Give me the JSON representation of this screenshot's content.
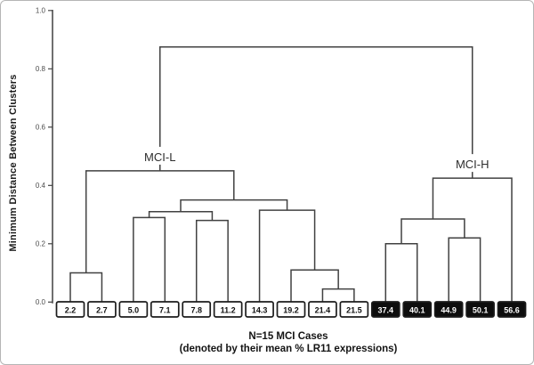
{
  "chart_data": {
    "type": "dendrogram",
    "title": "",
    "ylabel": "Minimum Distance Between Clusters",
    "xlabel_line1": "N=15 MCI Cases",
    "xlabel_line2": "(denoted by their mean % LR11 expressions)",
    "ylim": [
      0.0,
      1.0
    ],
    "ytick_labels": [
      "0.0",
      "0.2",
      "0.4",
      "0.6",
      "0.8",
      "1.0"
    ],
    "grid": false,
    "legend": false,
    "leaves": [
      {
        "label": "2.2",
        "value": 2.2,
        "box": "white",
        "cluster": "MCI-L"
      },
      {
        "label": "2.7",
        "value": 2.7,
        "box": "white",
        "cluster": "MCI-L"
      },
      {
        "label": "5.0",
        "value": 5.0,
        "box": "white",
        "cluster": "MCI-L"
      },
      {
        "label": "7.1",
        "value": 7.1,
        "box": "white",
        "cluster": "MCI-L"
      },
      {
        "label": "7.8",
        "value": 7.8,
        "box": "white",
        "cluster": "MCI-L"
      },
      {
        "label": "11.2",
        "value": 11.2,
        "box": "white",
        "cluster": "MCI-L"
      },
      {
        "label": "14.3",
        "value": 14.3,
        "box": "white",
        "cluster": "MCI-L"
      },
      {
        "label": "19.2",
        "value": 19.2,
        "box": "white",
        "cluster": "MCI-L"
      },
      {
        "label": "21.4",
        "value": 21.4,
        "box": "white",
        "cluster": "MCI-L"
      },
      {
        "label": "21.5",
        "value": 21.5,
        "box": "white",
        "cluster": "MCI-L"
      },
      {
        "label": "37.4",
        "value": 37.4,
        "box": "black",
        "cluster": "MCI-H"
      },
      {
        "label": "40.1",
        "value": 40.1,
        "box": "black",
        "cluster": "MCI-H"
      },
      {
        "label": "44.9",
        "value": 44.9,
        "box": "black",
        "cluster": "MCI-H"
      },
      {
        "label": "50.1",
        "value": 50.1,
        "box": "black",
        "cluster": "MCI-H"
      },
      {
        "label": "56.6",
        "value": 56.6,
        "box": "black",
        "cluster": "MCI-H"
      }
    ],
    "merges": [
      {
        "id": "C0",
        "a": "L8",
        "b": "L9",
        "height": 0.045
      },
      {
        "id": "C1",
        "a": "L7",
        "b": "C0",
        "height": 0.11
      },
      {
        "id": "C2",
        "a": "L6",
        "b": "C1",
        "height": 0.315
      },
      {
        "id": "C3",
        "a": "L2",
        "b": "L3",
        "height": 0.29
      },
      {
        "id": "C4",
        "a": "L4",
        "b": "L5",
        "height": 0.28
      },
      {
        "id": "C5",
        "a": "C3",
        "b": "C4",
        "height": 0.31
      },
      {
        "id": "C6",
        "a": "C5",
        "b": "C2",
        "height": 0.35
      },
      {
        "id": "C7",
        "a": "L0",
        "b": "L1",
        "height": 0.1
      },
      {
        "id": "C8",
        "a": "C7",
        "b": "C6",
        "height": 0.45,
        "label": "MCI-L"
      },
      {
        "id": "C9",
        "a": "L10",
        "b": "L11",
        "height": 0.2
      },
      {
        "id": "C10",
        "a": "L12",
        "b": "L13",
        "height": 0.22
      },
      {
        "id": "C11",
        "a": "C9",
        "b": "C10",
        "height": 0.285
      },
      {
        "id": "C12",
        "a": "C11",
        "b": "L14",
        "height": 0.425,
        "label": "MCI-H"
      },
      {
        "id": "C13",
        "a": "C8",
        "b": "C12",
        "height": 0.875
      }
    ],
    "cluster_labels": [
      "MCI-L",
      "MCI-H"
    ],
    "colors": {
      "line": "#414141",
      "box_border": "#1c1c1c",
      "black_box_fill": "#0d0d0d",
      "black_box_text": "#ffffff",
      "white_box_fill": "#ffffff",
      "white_box_text": "#111111",
      "cluster_label_text": "#2e2e2e",
      "tick_label": "#4c4c4c",
      "background": "#ffffff"
    }
  }
}
